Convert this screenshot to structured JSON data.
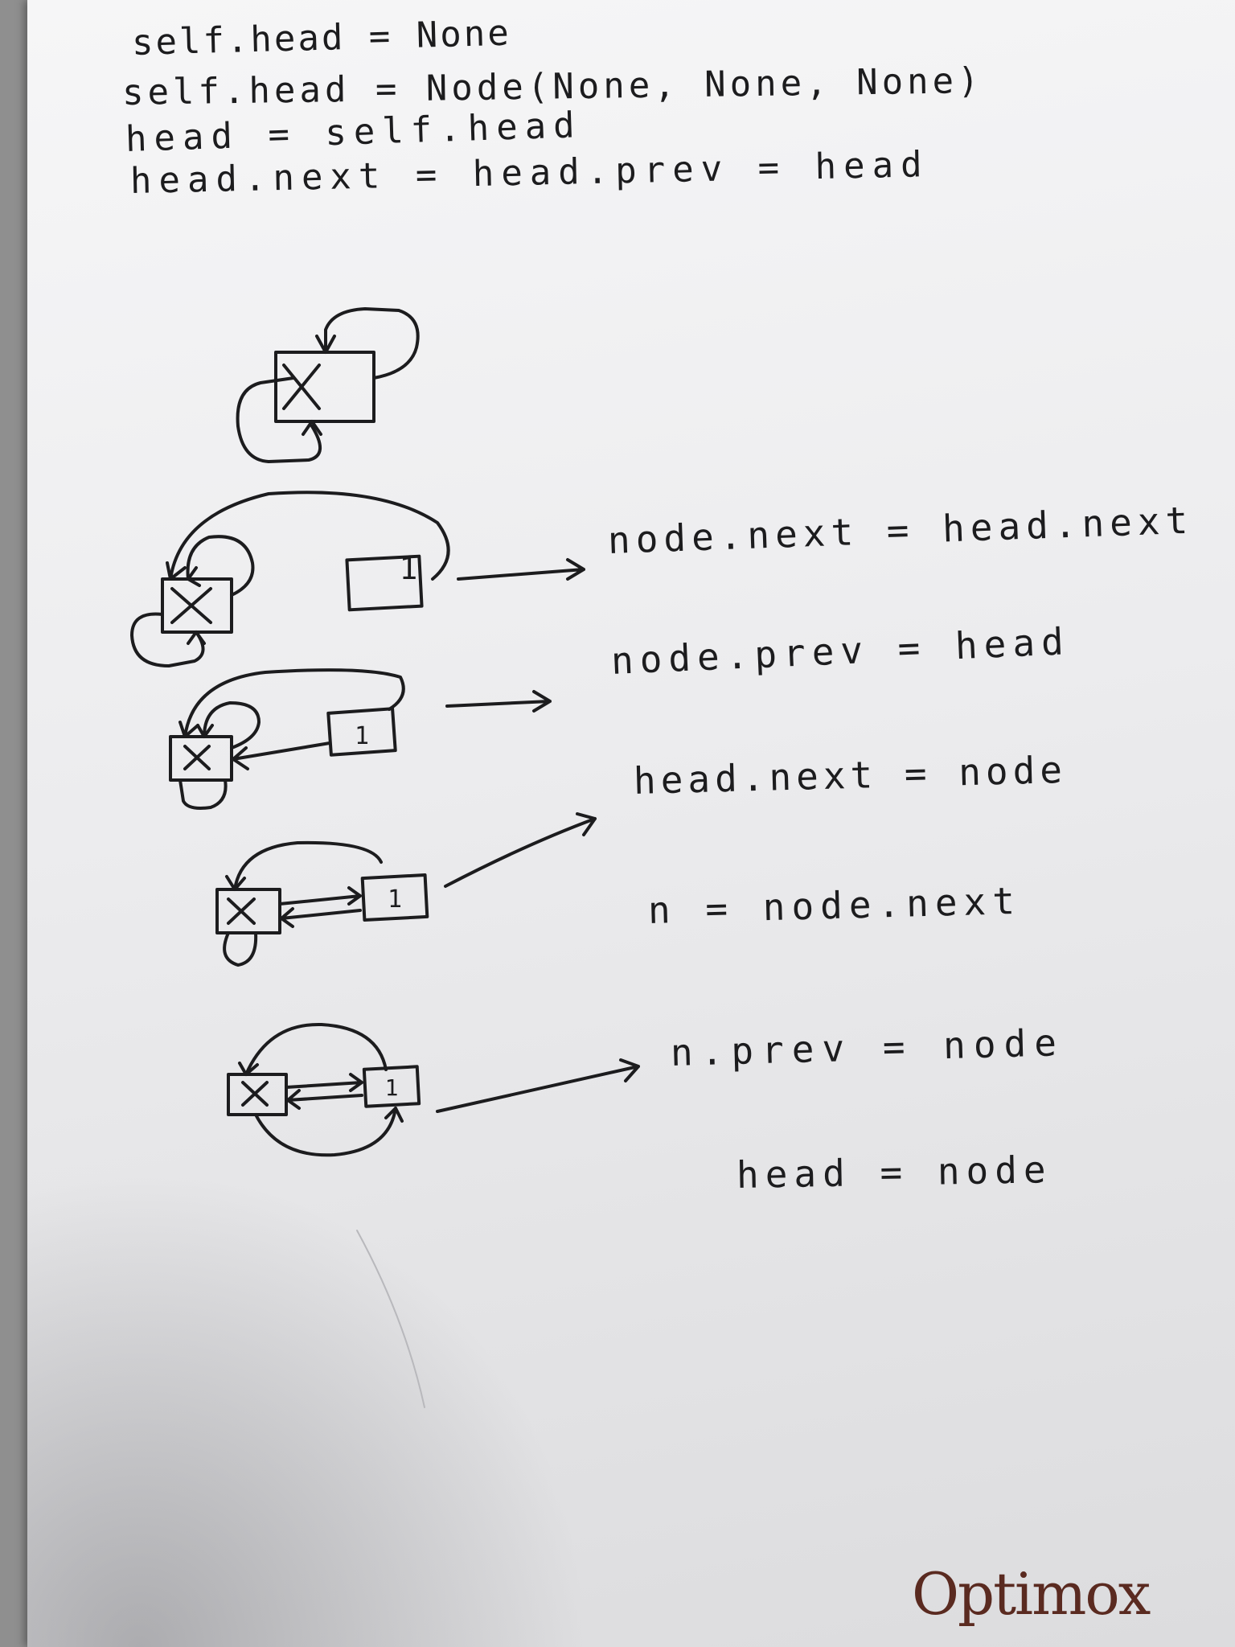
{
  "code_lines": [
    "self.head = None",
    "self.head = Node(None, None, None)",
    "head = self.head",
    "head.next = head.prev = head"
  ],
  "steps": [
    "node.next = head.next",
    "node.prev = head",
    "head.next = node",
    "n = node.next",
    "n.prev = node",
    "head = node"
  ],
  "node_labels": {
    "head": "X",
    "new": "1"
  },
  "brand": "Optimox",
  "colors": {
    "ink": "#1c1c1e",
    "paper": "#f1f1f3",
    "brand": "#5a2a20"
  }
}
